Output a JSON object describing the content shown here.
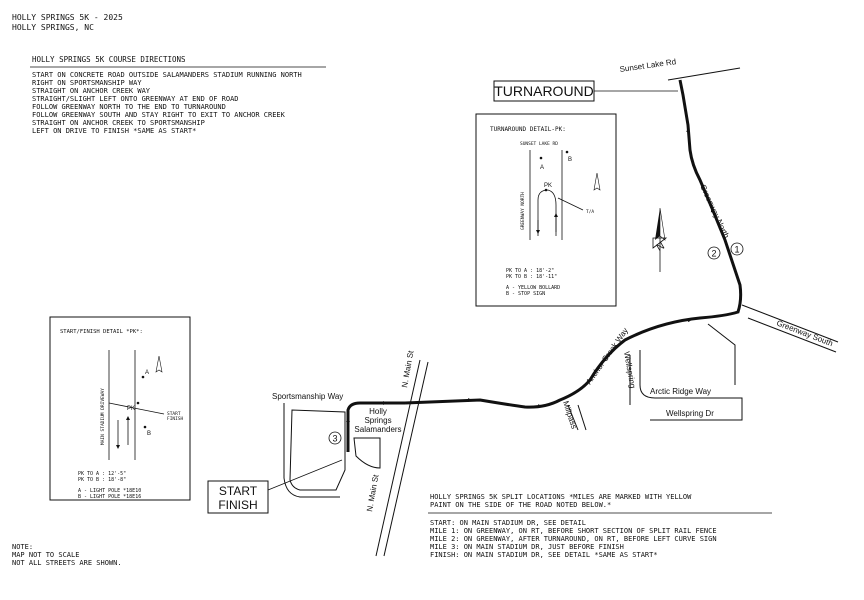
{
  "header": {
    "line1": "HOLLY SPRINGS 5K - 2025",
    "line2": "HOLLY SPRINGS, NC"
  },
  "directions": {
    "title": "HOLLY SPRINGS 5K COURSE DIRECTIONS",
    "lines": [
      "START ON CONCRETE ROAD OUTSIDE SALAMANDERS STADIUM RUNNING NORTH",
      "RIGHT ON SPORTSMANSHIP WAY",
      "STRAIGHT ON ANCHOR CREEK WAY",
      "STRAIGHT/SLIGHT LEFT ONTO GREENWAY AT END OF ROAD",
      "FOLLOW GREENWAY NORTH TO THE END TO TURNAROUND",
      "FOLLOW GREENWAY SOUTH AND STAY RIGHT TO EXIT TO ANCHOR CREEK",
      "STRAIGHT ON ANCHOR CREEK TO SPORTSMANSHIP",
      "LEFT ON DRIVE TO FINISH *SAME AS START*"
    ]
  },
  "turnaround_label": "TURNAROUND",
  "turnaround_detail": {
    "title": "TURNAROUND DETAIL-PK:",
    "road": "SUNSET LAKE RD",
    "side_road": "GREENWAY NORTH",
    "point_a": "A",
    "point_b": "B",
    "pk": "PK",
    "ta": "T/A",
    "measure_a": "PK TO A : 18'-2\"",
    "measure_b": "PK TO B : 18'-11\"",
    "legend_a": "A - YELLOW BOLLARD",
    "legend_b": "B - STOP SIGN"
  },
  "start_detail": {
    "title": "START/FINISH DETAIL *PK*:",
    "road": "MAIN STADIUM DRIVEWAY",
    "point_a": "A",
    "point_b": "B",
    "pk": "PK",
    "start_label": "START",
    "finish_label": "FINISH",
    "measure_a": "PK TO A : 12'-5\"",
    "measure_b": "PK TO B : 18'-8\"",
    "legend_a": "A - LIGHT POLE *18E10",
    "legend_b": "B - LIGHT POLE *18E16"
  },
  "start_finish_label": [
    "START",
    "FINISH"
  ],
  "streets": {
    "sunset_lake": "Sunset Lake Rd",
    "greenway_north": "Greenway North",
    "greenway_south": "Greenway South",
    "anchor_creek": "Anchor Creek Way",
    "wellspring": "Wellspring",
    "arctic_ridge": "Arctic Ridge Way",
    "wellspring_dr": "Wellspring Dr",
    "millpass": "Millpass",
    "sportsmanship": "Sportsmanship Way",
    "n_main_top": "N. Main St",
    "n_main_bottom": "N. Main St",
    "stadium": [
      "Holly",
      "Springs",
      "Salamanders"
    ]
  },
  "mile_markers": [
    "1",
    "2",
    "3"
  ],
  "splits": {
    "title_line1": "HOLLY SPRINGS 5K SPLIT LOCATIONS *MILES ARE MARKED WITH YELLOW",
    "title_line2": "PAINT ON THE SIDE OF THE ROAD NOTED BELOW.*",
    "lines": [
      "START: ON MAIN STADIUM DR, SEE DETAIL",
      "MILE 1: ON GREENWAY, ON RT, BEFORE SHORT SECTION OF SPLIT RAIL FENCE",
      "MILE 2: ON GREENWAY, AFTER TURNAROUND, ON RT, BEFORE LEFT CURVE SIGN",
      "MILE 3: ON MAIN STADIUM DR, JUST BEFORE FINISH",
      "FINISH: ON MAIN STADIUM DR, SEE DETAIL *SAME AS START*"
    ]
  },
  "note": {
    "title": "NOTE:",
    "lines": [
      "MAP NOT TO SCALE",
      "NOT ALL STREETS ARE SHOWN."
    ]
  }
}
